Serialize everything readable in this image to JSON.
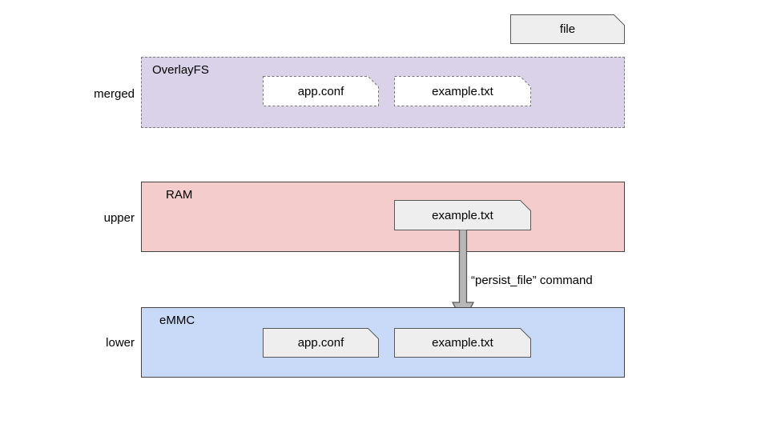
{
  "legend": {
    "file_label": "file"
  },
  "layers": {
    "merged": {
      "side_label": "merged",
      "title": "OverlayFS",
      "files": {
        "app": "app.conf",
        "example": "example.txt"
      }
    },
    "upper": {
      "side_label": "upper",
      "title": "RAM",
      "files": {
        "example": "example.txt"
      }
    },
    "lower": {
      "side_label": "lower",
      "title": "eMMC",
      "files": {
        "app": "app.conf",
        "example": "example.txt"
      }
    }
  },
  "arrow": {
    "label": "“persist_file” command"
  },
  "colors": {
    "merged_fill": "#d9d2e9",
    "upper_fill": "#f4cccc",
    "lower_fill": "#c9daf8",
    "file_gray_fill": "#eeeeee",
    "file_white_fill": "#ffffff",
    "container_stroke": "#434343",
    "dashed_stroke": "#757575",
    "arrow_fill": "#b7b7b7",
    "arrow_stroke": "#595959"
  }
}
